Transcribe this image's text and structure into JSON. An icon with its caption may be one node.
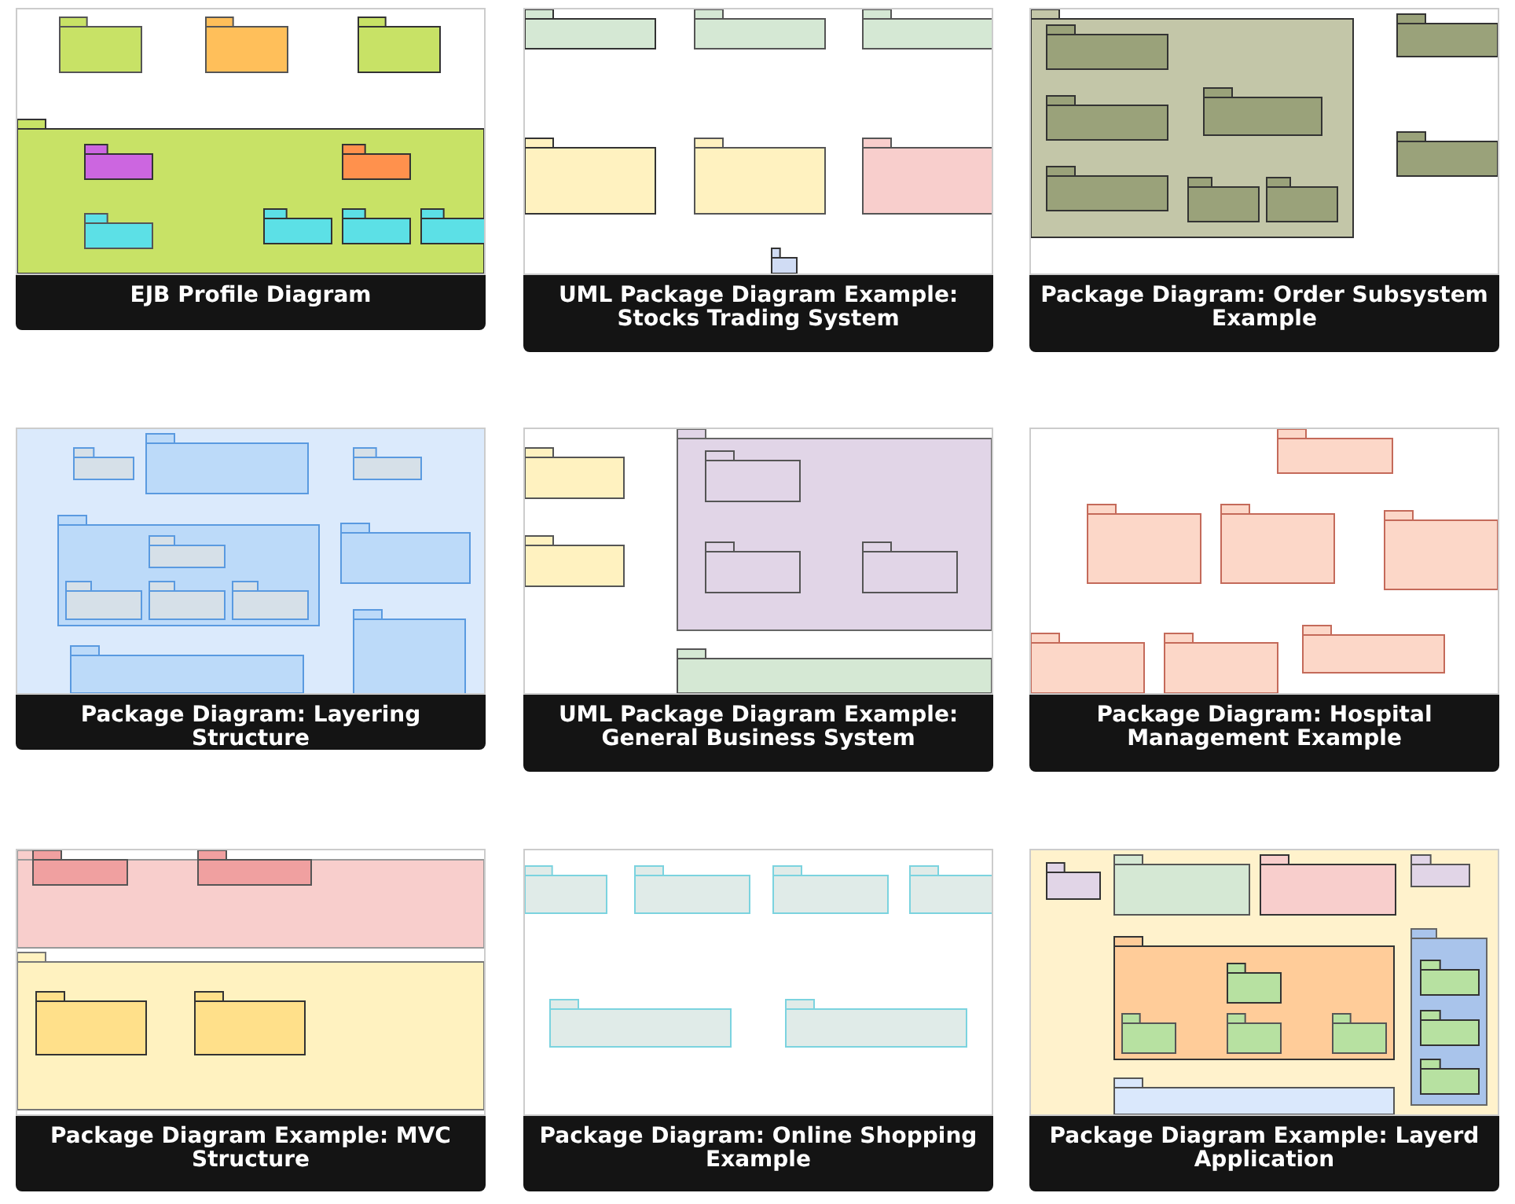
{
  "diagram": {
    "nodes": [
      {
        "text": [
          "EJB Profile Diagram"
        ]
      },
      {
        "text": [],
        "shape": "picture",
        "in": 0
      },
      {
        "text": [
          "UML Package Diagram Example: Stocks Trading System"
        ]
      },
      {
        "text": [],
        "shape": "picture",
        "in": 2
      },
      {
        "text": [
          "Package Diagram: Order Subsystem Example"
        ]
      },
      {
        "text": [],
        "shape": "picture",
        "in": 4
      },
      {
        "text": [
          "Package Diagram: Layering Structure"
        ]
      },
      {
        "text": [],
        "shape": "picture",
        "in": 6
      },
      {
        "text": [
          "UML Package Diagram Example: General Business System"
        ]
      },
      {
        "text": [],
        "shape": "picture",
        "in": 8
      },
      {
        "text": [
          "Package Diagram: Hospital Management Example"
        ]
      },
      {
        "text": [],
        "shape": "picture",
        "in": 10
      },
      {
        "text": [
          "Package Diagram Example: MVC Structure"
        ]
      },
      {
        "text": [],
        "shape": "picture",
        "in": 12
      },
      {
        "text": [
          "Package Diagram: Online Shopping Example"
        ]
      },
      {
        "text": [],
        "shape": "picture",
        "in": 14
      },
      {
        "text": [
          "Package Diagram Example: Layerd Application"
        ]
      },
      {
        "text": [],
        "shape": "picture",
        "in": 16
      }
    ]
  }
}
